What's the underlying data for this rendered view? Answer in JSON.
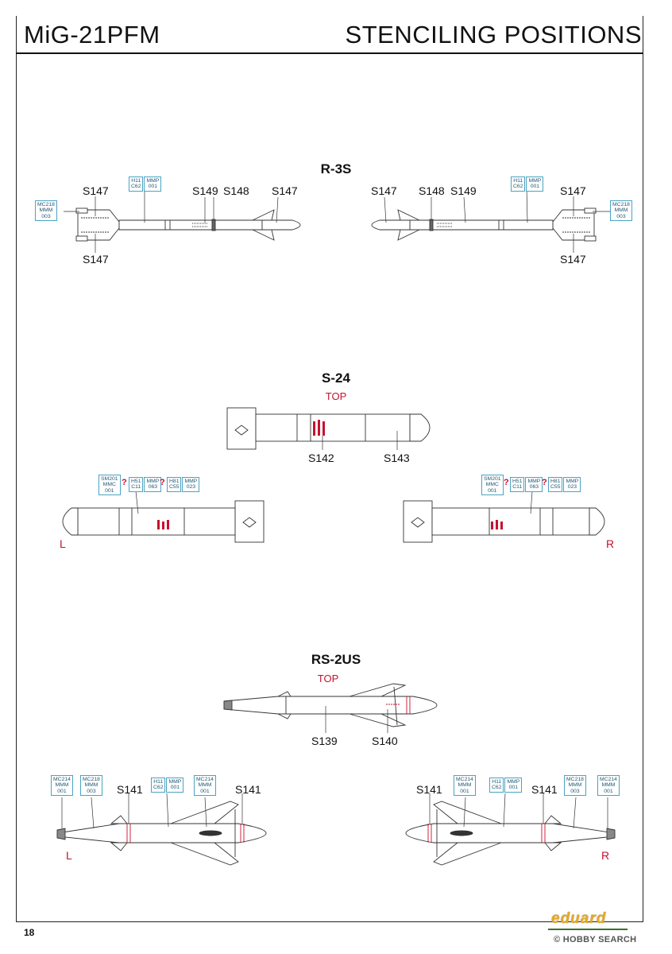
{
  "header": {
    "model": "MiG-21PFM",
    "title": "STENCILING POSITIONS"
  },
  "sections": {
    "r3s": "R-3S",
    "s24": "S-24",
    "rs2us": "RS-2US"
  },
  "labels": {
    "top": "TOP",
    "left": "L",
    "right": "R",
    "s139": "S139",
    "s140": "S140",
    "s141": "S141",
    "s142": "S142",
    "s143": "S143",
    "s147": "S147",
    "s148": "S148",
    "s149": "S149",
    "question": "?"
  },
  "codes": {
    "mc218": [
      "MC218",
      "MMM",
      "003"
    ],
    "mc214": [
      "MC214",
      "MMM",
      "001"
    ],
    "h11": [
      "H11",
      "C62"
    ],
    "h11_mmp": [
      "MMP",
      "001"
    ],
    "sm201": [
      "SM201",
      "MMC",
      "001"
    ],
    "h51": [
      "H51",
      "C11"
    ],
    "h51_mmp": [
      "MMP",
      "063"
    ],
    "h81": [
      "H81",
      "C55"
    ],
    "h81_mmp": [
      "MMP",
      "023"
    ]
  },
  "footer": {
    "page": "18",
    "brand": "eduard",
    "watermark": "© HOBBY SEARCH"
  }
}
